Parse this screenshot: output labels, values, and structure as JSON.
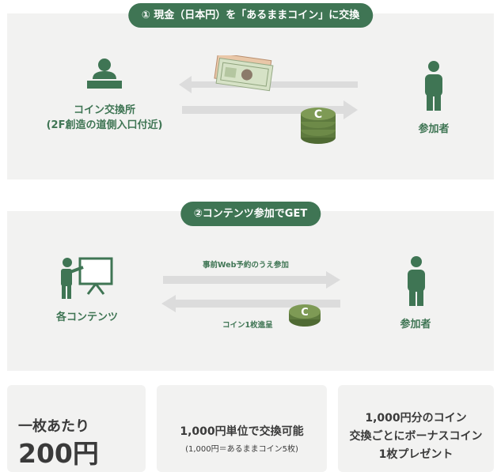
{
  "step1": {
    "title": "① 現金（日本円）を「あるままコイン」に交換",
    "left_label_line1": "コイン交換所",
    "left_label_line2": "(2F創造の道側入口付近)",
    "right_label": "参加者",
    "coin_letter": "C"
  },
  "step2": {
    "title": "②コンテンツ参加でGET",
    "left_label": "各コンテンツ",
    "right_label": "参加者",
    "arrow_top_label": "事前Web予約のうえ参加",
    "arrow_bottom_label": "コイン1枚進呈",
    "coin_letter": "C"
  },
  "cards": {
    "card1": {
      "line1": "一枚あたり",
      "price": "200円"
    },
    "card2": {
      "line1": "1,000円単位で交換可能",
      "line2": "(1,000円＝あるままコイン5枚)"
    },
    "card3": {
      "line1": "1,000円分のコイン",
      "line2": "交換ごとにボーナスコイン",
      "line3": "1枚プレゼント"
    }
  },
  "colors": {
    "accent_green": "#3f7554",
    "arrow_gray": "#dcdcdc",
    "panel_bg": "#f2f2f1",
    "coin_green": "#5e7a3e"
  }
}
